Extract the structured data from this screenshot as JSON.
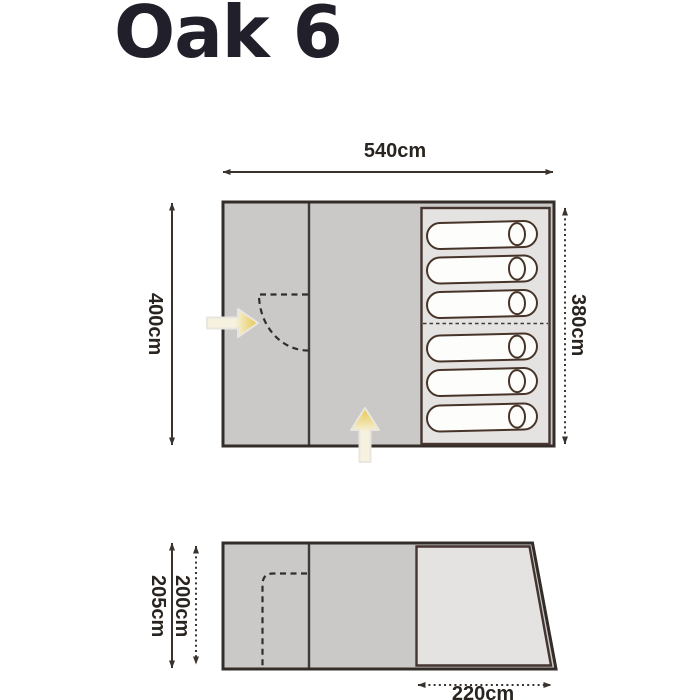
{
  "title": "Oak 6",
  "colors": {
    "tent_fill": "#cac9c8",
    "inner_fill": "#e4e3e2",
    "outline": "#332d2a",
    "bedroom_stroke": "#453430",
    "divider": "#403a37",
    "bag_outline": "#473429",
    "bag_fill": "#fdfdfc",
    "dim_line": "#3a332e",
    "dim_text": "#29241f",
    "arrow_gold": "#e7c649",
    "arrow_pale": "#f7f2df",
    "arrow_stroke": "#e9e6df",
    "title_color": "#211f29"
  },
  "floor_plan": {
    "width_dim": "540cm",
    "depth_dim": "400cm",
    "bedroom_dim": "380cm",
    "sleeping_bag_count": 6
  },
  "side_view": {
    "outer_height_dim": "205cm",
    "inner_height_dim": "200cm",
    "bedroom_length_dim": "220cm"
  }
}
